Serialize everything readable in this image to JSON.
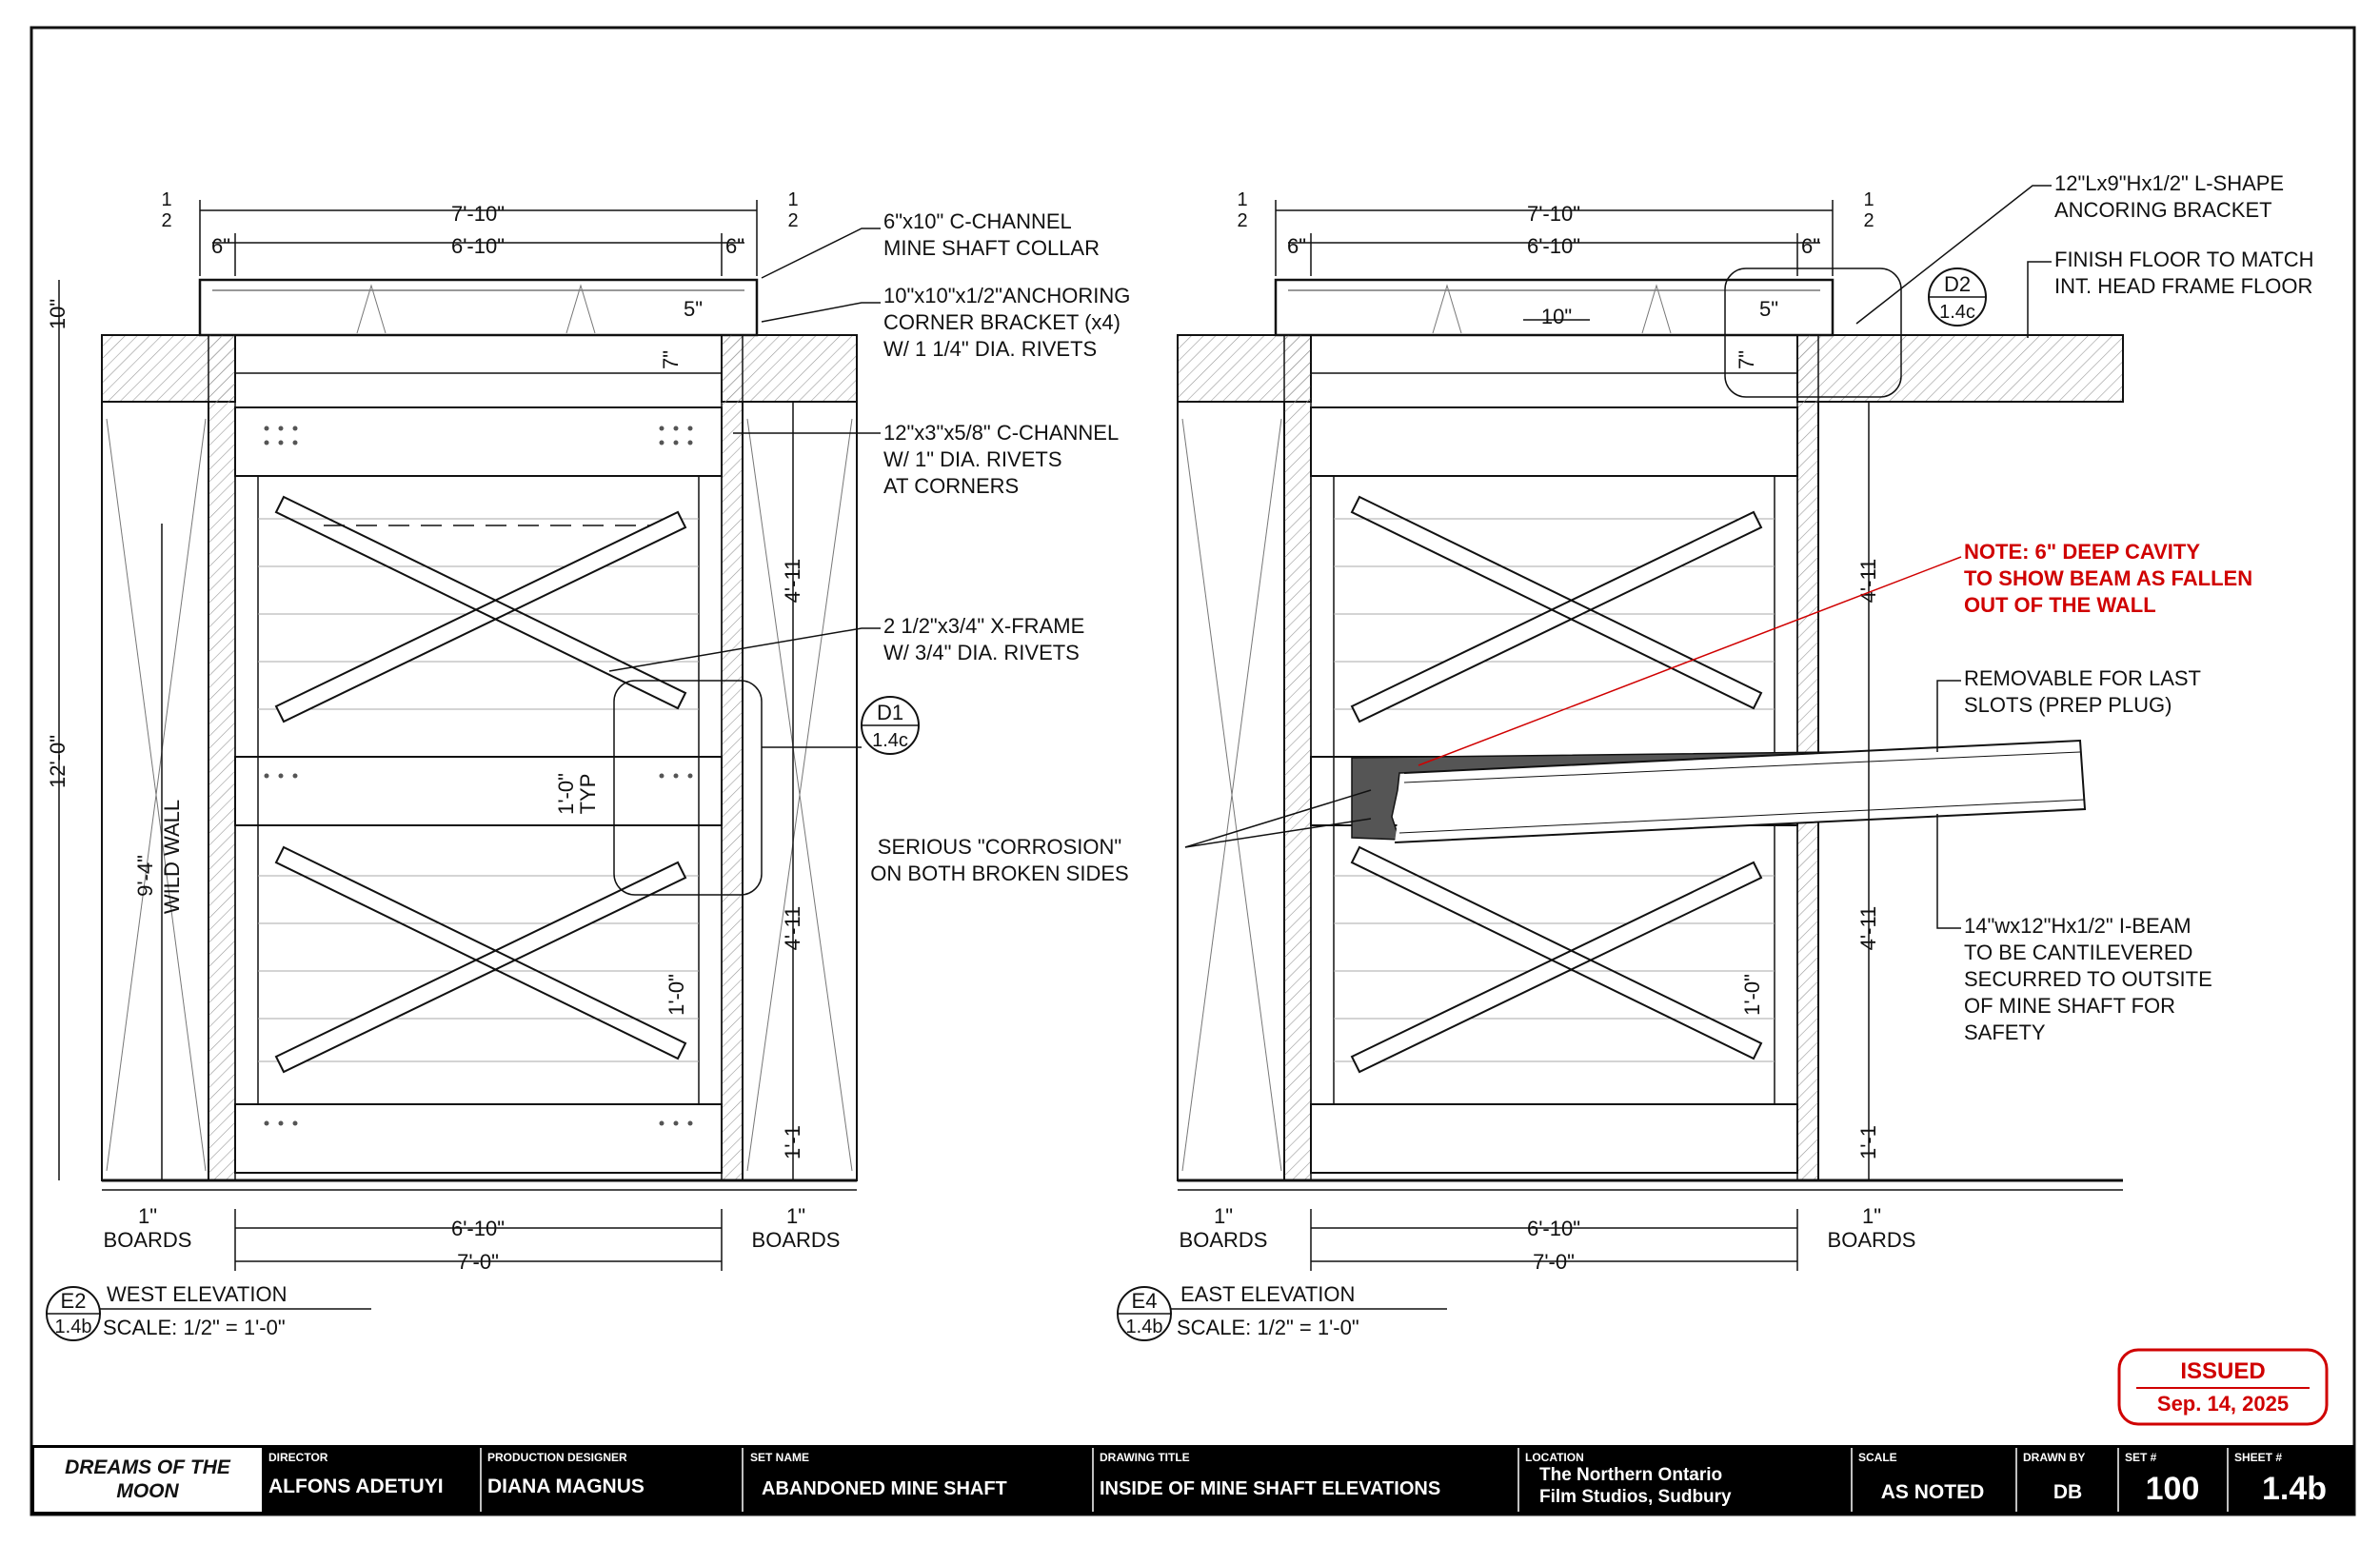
{
  "dims": {
    "overall_top": "7'-10\"",
    "inner_top": "6'-10\"",
    "six_in": "6\"",
    "half_num": "1",
    "half_den": "2",
    "five_in": "5\"",
    "seven_in": "7\"",
    "ten_in": "10\"",
    "twelve_ft": "12'-0\"",
    "typ_1ft": "1'-0\"",
    "typ_label": "TYP",
    "one_ft": "1'-0\"",
    "four_eleven": "4'-11",
    "one_one": "1'-1",
    "wild_wall_dim": "9'-4\"",
    "wild_wall": "WILD WALL",
    "boards_dim": "1\"",
    "boards": "BOARDS",
    "bottom_inner": "6'-10\"",
    "bottom_overall": "7'-0\""
  },
  "west": {
    "notes": [
      [
        "6\"x10\" C-CHANNEL",
        "MINE SHAFT COLLAR"
      ],
      [
        "10\"x10\"x1/2\"ANCHORING",
        "CORNER BRACKET (x4)",
        "W/ 1 1/4\" DIA. RIVETS"
      ],
      [
        "12\"x3\"x5/8\" C-CHANNEL",
        "W/ 1\" DIA. RIVETS",
        "AT CORNERS"
      ],
      [
        "2 1/2\"x3/4\" X-FRAME",
        "W/ 3/4\" DIA. RIVETS"
      ]
    ],
    "detail_tag": {
      "id": "D1",
      "sheet": "1.4c"
    },
    "elev_tag": {
      "id": "E2",
      "sheet": "1.4b"
    },
    "title": "WEST ELEVATION",
    "scale": "SCALE: 1/2\" = 1'-0\""
  },
  "east": {
    "notes": [
      [
        "12\"Lx9\"Hx1/2\" L-SHAPE",
        "ANCORING BRACKET"
      ],
      [
        "FINISH FLOOR TO MATCH",
        "INT. HEAD FRAME FLOOR"
      ],
      [
        "REMOVABLE FOR LAST",
        "SLOTS (PREP PLUG)"
      ],
      [
        "14\"wx12\"Hx1/2\" I-BEAM",
        "TO BE CANTILEVERED",
        "SECURRED TO OUTSITE",
        "OF MINE SHAFT FOR",
        "SAFETY"
      ]
    ],
    "corrosion_note": [
      "SERIOUS \"CORROSION\"",
      "ON BOTH BROKEN SIDES"
    ],
    "red_note": [
      "NOTE: 6\" DEEP CAVITY",
      "TO SHOW BEAM AS FALLEN",
      "OUT OF THE WALL"
    ],
    "detail_tag": {
      "id": "D2",
      "sheet": "1.4c"
    },
    "elev_tag": {
      "id": "E4",
      "sheet": "1.4b"
    },
    "title": "EAST ELEVATION",
    "scale": "SCALE: 1/2\" = 1'-0\""
  },
  "stamp": {
    "line1": "ISSUED",
    "line2": "Sep. 14, 2025",
    "color": "#d00000"
  },
  "title_block": {
    "project": [
      "DREAMS OF THE",
      "MOON"
    ],
    "director_h": "DIRECTOR",
    "director": "ALFONS ADETUYI",
    "designer_h": "PRODUCTION DESIGNER",
    "designer": "DIANA MAGNUS",
    "set_name_h": "SET NAME",
    "set_name": "ABANDONED MINE SHAFT",
    "drawing_title_h": "DRAWING TITLE",
    "drawing_title": "INSIDE OF MINE SHAFT ELEVATIONS",
    "location_h": "LOCATION",
    "location": [
      "The Northern Ontario",
      "Film Studios, Sudbury"
    ],
    "scale_h": "SCALE",
    "scale": "AS NOTED",
    "drawn_by_h": "DRAWN BY",
    "drawn_by": "DB",
    "set_no_h": "SET #",
    "set_no": "100",
    "sheet_h": "SHEET #",
    "sheet": "1.4b"
  },
  "colors": {
    "ink": "#111111",
    "note_red": "#d00000",
    "title_block": "#000000",
    "beam_fill": "#555555"
  }
}
